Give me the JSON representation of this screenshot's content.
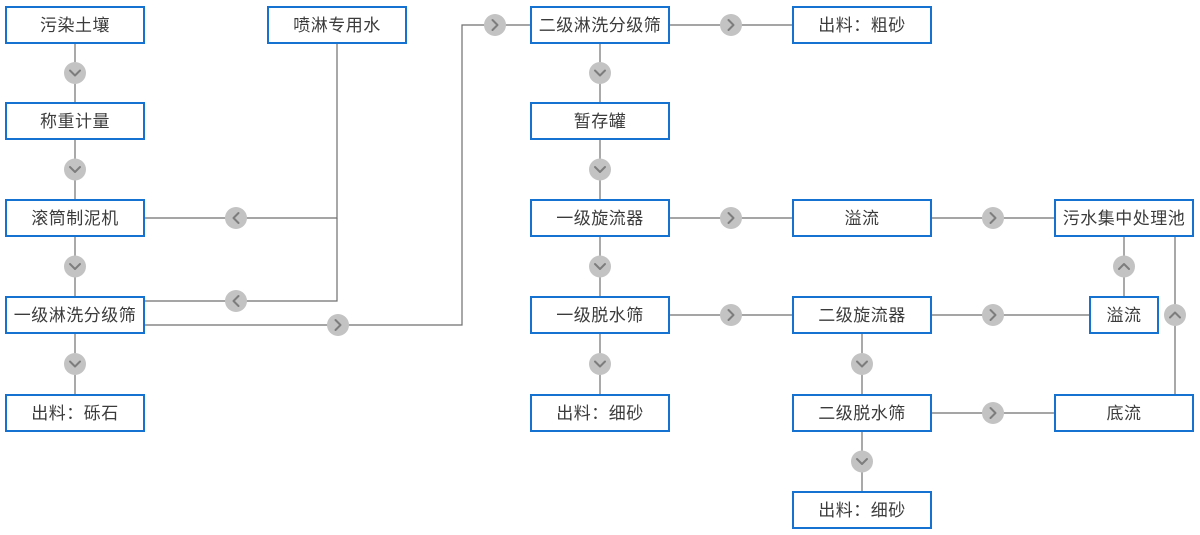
{
  "diagram": {
    "type": "process-flowchart",
    "language": "zh-CN",
    "nodes": [
      {
        "id": "contaminated-soil",
        "label": "污染土壤"
      },
      {
        "id": "weighing",
        "label": "称重计量"
      },
      {
        "id": "drum-mud-machine",
        "label": "滚筒制泥机"
      },
      {
        "id": "stage1-washing-screen",
        "label": "一级淋洗分级筛"
      },
      {
        "id": "output-gravel",
        "label": "出料：砾石"
      },
      {
        "id": "spray-water",
        "label": "喷淋专用水"
      },
      {
        "id": "stage2-washing-screen",
        "label": "二级淋洗分级筛"
      },
      {
        "id": "output-coarse-sand",
        "label": "出料：粗砂"
      },
      {
        "id": "buffer-tank",
        "label": "暂存罐"
      },
      {
        "id": "stage1-cyclone",
        "label": "一级旋流器"
      },
      {
        "id": "overflow-1",
        "label": "溢流"
      },
      {
        "id": "wastewater-pool",
        "label": "污水集中处理池"
      },
      {
        "id": "stage1-dewatering-screen",
        "label": "一级脱水筛"
      },
      {
        "id": "stage2-cyclone",
        "label": "二级旋流器"
      },
      {
        "id": "overflow-2",
        "label": "溢流"
      },
      {
        "id": "output-fine-sand-1",
        "label": "出料：细砂"
      },
      {
        "id": "stage2-dewatering-screen",
        "label": "二级脱水筛"
      },
      {
        "id": "underflow",
        "label": "底流"
      },
      {
        "id": "output-fine-sand-2",
        "label": "出料：细砂"
      }
    ],
    "edges": [
      {
        "from": "contaminated-soil",
        "to": "weighing",
        "arrow": "down"
      },
      {
        "from": "weighing",
        "to": "drum-mud-machine",
        "arrow": "down"
      },
      {
        "from": "drum-mud-machine",
        "to": "stage1-washing-screen",
        "arrow": "down"
      },
      {
        "from": "stage1-washing-screen",
        "to": "output-gravel",
        "arrow": "down"
      },
      {
        "from": "spray-water",
        "to": "drum-mud-machine",
        "arrow": "left"
      },
      {
        "from": "spray-water",
        "to": "stage1-washing-screen",
        "arrow": "left"
      },
      {
        "from": "stage1-washing-screen",
        "to": "stage2-washing-screen",
        "arrow": "right"
      },
      {
        "from": "stage2-washing-screen",
        "to": "output-coarse-sand",
        "arrow": "right"
      },
      {
        "from": "stage2-washing-screen",
        "to": "buffer-tank",
        "arrow": "down"
      },
      {
        "from": "buffer-tank",
        "to": "stage1-cyclone",
        "arrow": "down"
      },
      {
        "from": "stage1-cyclone",
        "to": "overflow-1",
        "arrow": "right"
      },
      {
        "from": "overflow-1",
        "to": "wastewater-pool",
        "arrow": "right"
      },
      {
        "from": "stage1-cyclone",
        "to": "stage1-dewatering-screen",
        "arrow": "down"
      },
      {
        "from": "stage1-dewatering-screen",
        "to": "stage2-cyclone",
        "arrow": "right"
      },
      {
        "from": "stage2-cyclone",
        "to": "overflow-2",
        "arrow": "right"
      },
      {
        "from": "overflow-2",
        "to": "wastewater-pool",
        "arrow": "up"
      },
      {
        "from": "stage1-dewatering-screen",
        "to": "output-fine-sand-1",
        "arrow": "down"
      },
      {
        "from": "stage2-cyclone",
        "to": "stage2-dewatering-screen",
        "arrow": "down"
      },
      {
        "from": "stage2-dewatering-screen",
        "to": "underflow",
        "arrow": "right"
      },
      {
        "from": "underflow",
        "to": "wastewater-pool",
        "arrow": "up"
      },
      {
        "from": "stage2-dewatering-screen",
        "to": "output-fine-sand-2",
        "arrow": "down"
      }
    ],
    "colors": {
      "canvas_background": "#ffffff",
      "node_border": "#1672d0",
      "node_background": "#ffffff",
      "node_text": "#3b3b3b",
      "connector_line": "#6f6f6f",
      "arrow_circle_fill": "#c3c3c3",
      "arrow_chevron": "#7d7d7d"
    }
  }
}
